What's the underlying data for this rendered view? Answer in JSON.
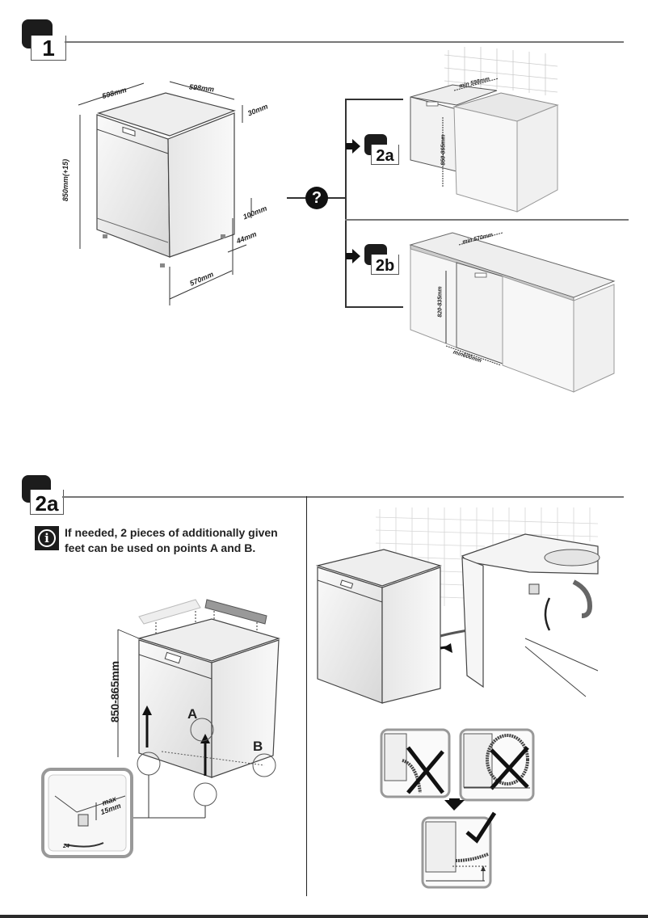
{
  "section1": {
    "step_label": "1",
    "dimensions": {
      "width_front": "598mm",
      "width_side": "598mm",
      "top_thickness": "30mm",
      "height": "850mm(+15)",
      "plinth_height": "100mm",
      "plinth_depth": "44mm",
      "depth": "570mm"
    },
    "question_icon": "?",
    "options": [
      {
        "step_label": "2a",
        "dimensions": {
          "min_width": "min 598mm",
          "height": "850-865mm"
        }
      },
      {
        "step_label": "2b",
        "dimensions": {
          "min_depth": "min 570mm",
          "height": "820-835mm",
          "min_width": "min600mm"
        }
      }
    ]
  },
  "section2a": {
    "step_label": "2a",
    "info_icon": "i",
    "info_text": "If needed, 2 pieces of additionally given feet can be used on points A and B.",
    "height_label": "850-865mm",
    "point_a": "A",
    "point_b": "B",
    "foot_detail": {
      "max_label": "max",
      "max_value": "15mm",
      "wrench_size": "24"
    },
    "hose_guidance": {
      "wrong_1": "incorrect-hose-routing-low",
      "wrong_2": "incorrect-hose-routing-looped",
      "correct": "correct-hose-routing"
    }
  }
}
